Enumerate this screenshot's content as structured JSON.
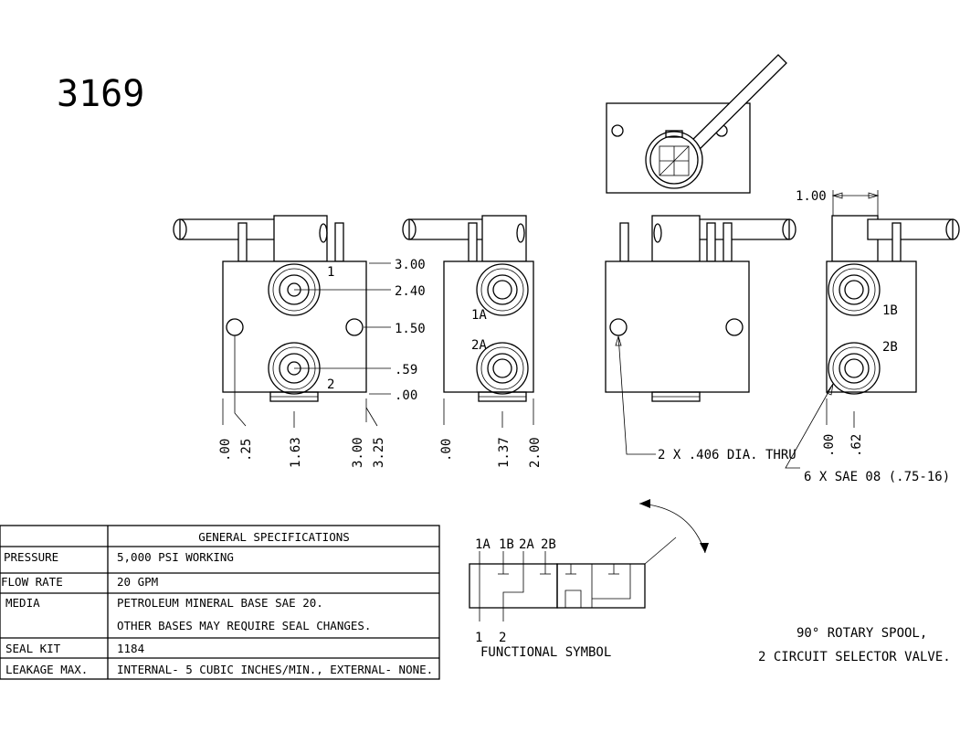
{
  "part_number": "3169",
  "front_view": {
    "port1_label": "1",
    "port2_label": "2",
    "dims_right": [
      "3.00",
      "2.40",
      "1.50",
      ".59",
      ".00"
    ],
    "dims_bottom": [
      ".00",
      ".25",
      "1.63",
      "3.00",
      "3.25"
    ]
  },
  "side_view_left": {
    "port_top_label": "1A",
    "port_bottom_label": "2A",
    "dims_bottom": [
      ".00",
      "1.37",
      "2.00"
    ]
  },
  "back_view": {
    "hole_callout": "2 X .406 DIA. THRU"
  },
  "side_view_right": {
    "width_dim": "1.00",
    "port_top_label": "1B",
    "port_bottom_label": "2B",
    "dims_bottom": [
      ".00",
      ".62"
    ],
    "port_callout": "6 X SAE 08 (.75-16)"
  },
  "specs": {
    "header": "GENERAL SPECIFICATIONS",
    "rows": [
      {
        "label": "PRESSURE",
        "value": "5,000 PSI WORKING"
      },
      {
        "label": "FLOW RATE",
        "value": "20 GPM"
      },
      {
        "label": "MEDIA",
        "value": "PETROLEUM MINERAL BASE SAE 20."
      },
      {
        "label": "",
        "value": "OTHER BASES MAY REQUIRE SEAL CHANGES."
      },
      {
        "label": "SEAL KIT",
        "value": "1184"
      },
      {
        "label": "LEAKAGE MAX.",
        "value": "INTERNAL- 5 CUBIC INCHES/MIN., EXTERNAL- NONE."
      }
    ]
  },
  "symbol": {
    "top_ports": [
      "1A",
      "1B",
      "2A",
      "2B"
    ],
    "bottom_ports": [
      "1",
      "2"
    ],
    "caption": "FUNCTIONAL SYMBOL"
  },
  "description": {
    "line1": "90° ROTARY SPOOL,",
    "line2": "2 CIRCUIT SELECTOR VALVE."
  }
}
